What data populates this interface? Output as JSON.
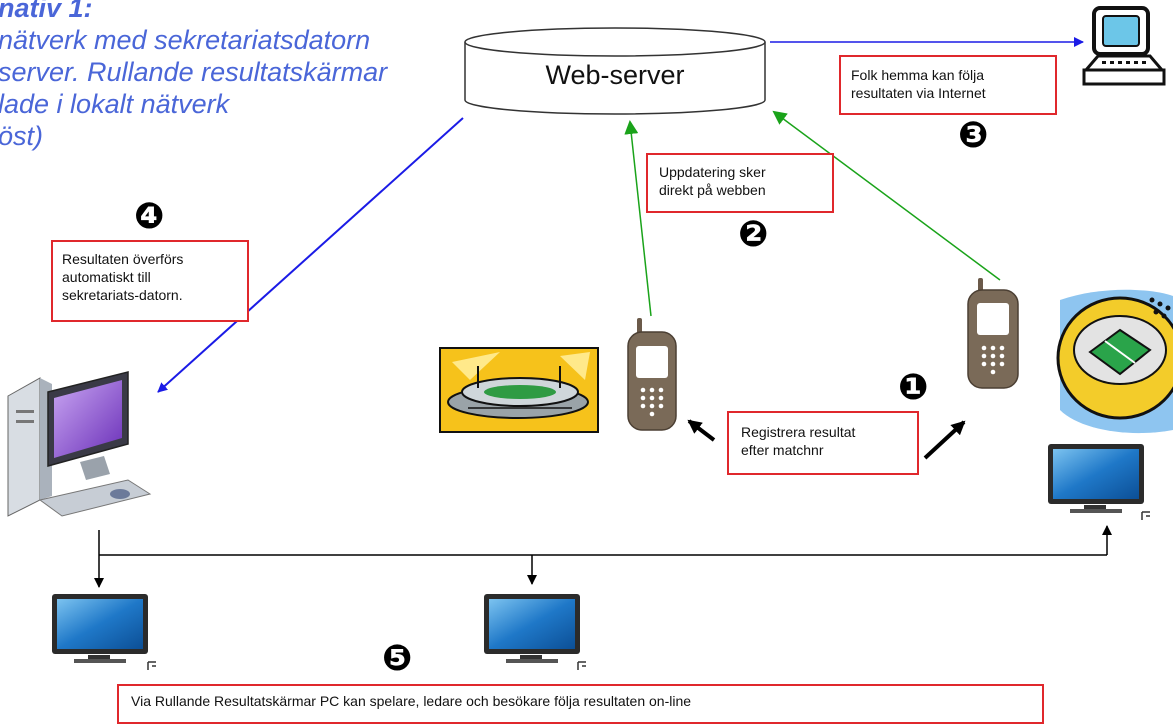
{
  "heading": {
    "lines": [
      "nativ 1:",
      "nätverk med sekretariatsdatorn",
      "server. Rullande resultatskärmar",
      "lade i lokalt nätverk",
      "öst)"
    ]
  },
  "server": {
    "label": "Web-server"
  },
  "notes": {
    "home": [
      "Folk hemma kan följa",
      "resultaten via Internet"
    ],
    "update": [
      "Uppdatering sker",
      "direkt på webben"
    ],
    "transfer": [
      "Resultaten överförs",
      "automatiskt till",
      "sekretariats-datorn."
    ],
    "register": [
      "Registrera resultat",
      "efter matchnr"
    ],
    "screens": [
      "Via Rullande Resultatskärmar PC kan spelare, ledare och besökare följa resultaten on-line"
    ]
  },
  "badges": {
    "b1": "❶",
    "b2": "❷",
    "b3": "❸",
    "b4": "❹",
    "b5": "❺"
  },
  "colors": {
    "heading": "#4a66d8",
    "box_border": "#e0282c",
    "blue_arrow": "#1b1be6",
    "green_arrow": "#1aa31a",
    "black_arrow": "#000000",
    "screen_blue": "#1f78c8"
  },
  "icons": {
    "server": "database-cylinder-icon",
    "home_computer": "computer-icon",
    "secretariat_pc": "desktop-pc-icon",
    "phone": "mobile-phone-icon",
    "stadium": "stadium-icon",
    "screen": "monitor-icon"
  }
}
